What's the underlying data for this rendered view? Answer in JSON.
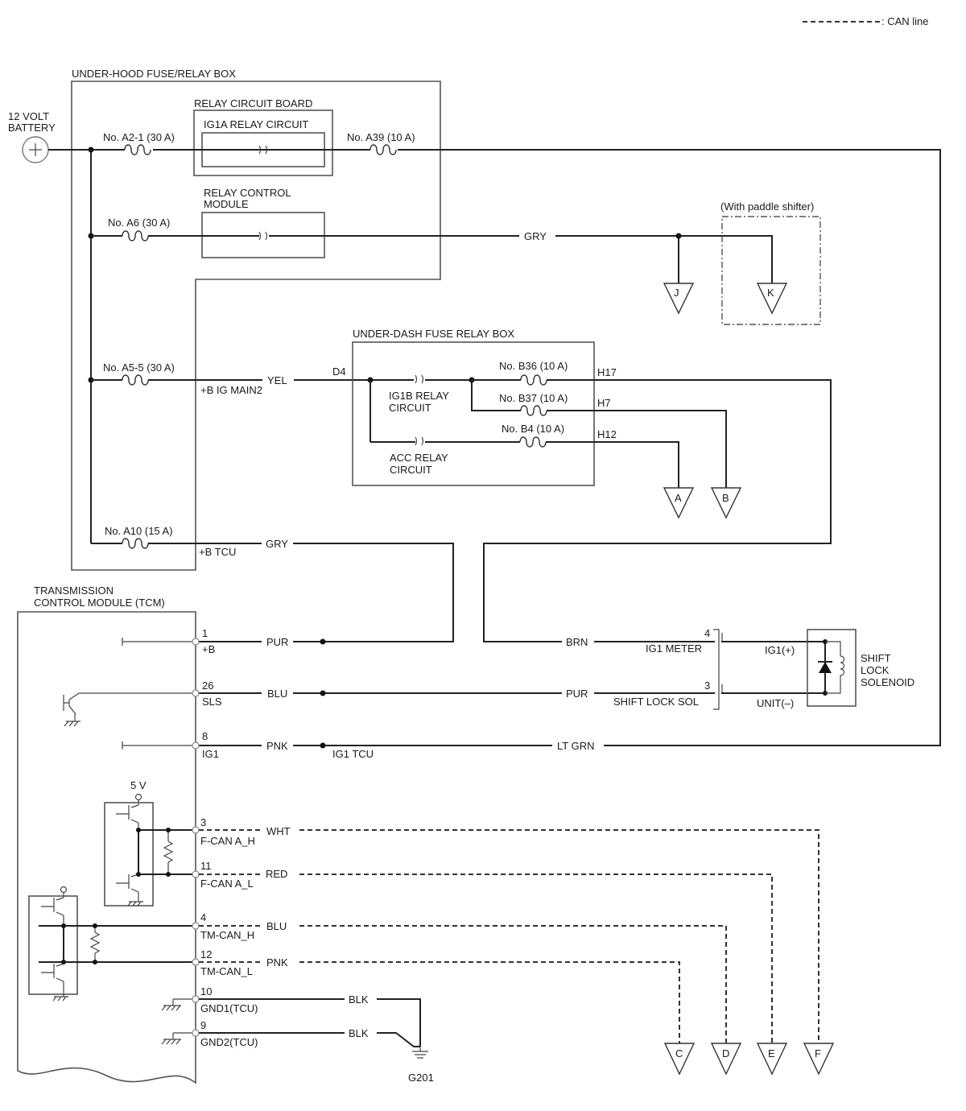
{
  "legend": {
    "can_line": ": CAN line"
  },
  "battery": {
    "line1": "12 VOLT",
    "line2": "BATTERY"
  },
  "under_hood_box": {
    "title": "UNDER-HOOD FUSE/RELAY BOX",
    "relay_circuit_board": "RELAY CIRCUIT BOARD",
    "ig1a_relay": "IG1A RELAY CIRCUIT",
    "relay_control_module": [
      "RELAY CONTROL",
      "MODULE"
    ]
  },
  "fuses": {
    "a2_1": "No. A2-1 (30 A)",
    "a39": "No. A39 (10 A)",
    "a6": "No. A6 (30 A)",
    "a5_5": "No. A5-5 (30 A)",
    "a10": "No. A10 (15 A)",
    "b36": "No. B36 (10 A)",
    "b37": "No. B37 (10 A)",
    "b4": "No. B4 (10 A)"
  },
  "under_dash_box": {
    "title": "UNDER-DASH FUSE RELAY BOX",
    "ig1b_relay": [
      "IG1B RELAY",
      "CIRCUIT"
    ],
    "acc_relay": [
      "ACC RELAY",
      "CIRCUIT"
    ]
  },
  "paddle_shifter": "(With paddle shifter)",
  "wires": {
    "gry_a6": "GRY",
    "yel": "YEL",
    "b_ig_main2": "+B IG MAIN2",
    "d4": "D4",
    "h17": "H17",
    "h7": "H7",
    "h12": "H12",
    "gry_a10": "GRY",
    "b_tcu": "+B TCU",
    "pur_1": "PUR",
    "brn": "BRN",
    "blu_26": "BLU",
    "pur_sls": "PUR",
    "pnk_8": "PNK",
    "ig1_tcu": "IG1 TCU",
    "lt_grn": "LT GRN",
    "wht": "WHT",
    "red": "RED",
    "blu_4": "BLU",
    "pnk_12": "PNK",
    "blk_10": "BLK",
    "blk_9": "BLK"
  },
  "connectors": {
    "j": "J",
    "k": "K",
    "a": "A",
    "b": "B",
    "c": "C",
    "d": "D",
    "e": "E",
    "f": "F"
  },
  "tcm": {
    "title": [
      "TRANSMISSION",
      "CONTROL MODULE (TCM)"
    ],
    "supply_5v": "5 V",
    "pins": [
      {
        "num": "1",
        "name": "+B"
      },
      {
        "num": "26",
        "name": "SLS"
      },
      {
        "num": "8",
        "name": "IG1"
      },
      {
        "num": "3",
        "name": "F-CAN A_H"
      },
      {
        "num": "11",
        "name": "F-CAN A_L"
      },
      {
        "num": "4",
        "name": "TM-CAN_H"
      },
      {
        "num": "12",
        "name": "TM-CAN_L"
      },
      {
        "num": "10",
        "name": "GND1(TCU)"
      },
      {
        "num": "9",
        "name": "GND2(TCU)"
      }
    ]
  },
  "shift_lock": {
    "pin4": "4",
    "ig1_meter": "IG1 METER",
    "pin3": "3",
    "shift_lock_sol": "SHIFT LOCK SOL",
    "ig1_plus": "IG1(+)",
    "unit_minus": "UNIT(–)",
    "name": [
      "SHIFT",
      "LOCK",
      "SOLENOID"
    ]
  },
  "ground": {
    "g201": "G201"
  }
}
